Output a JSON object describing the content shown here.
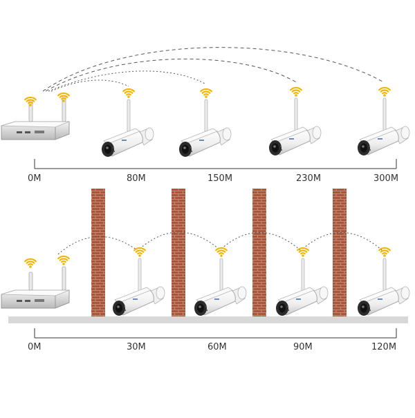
{
  "top_diagram": {
    "distance_labels": [
      "0M",
      "80M",
      "150M",
      "230M",
      "300M"
    ]
  },
  "bottom_diagram": {
    "distance_labels": [
      "0M",
      "30M",
      "60M",
      "90M",
      "120M"
    ]
  },
  "icons": {
    "nvr": "nvr-recorder-icon",
    "camera": "bullet-camera-icon",
    "wifi": "wifi-signal-icon",
    "wall": "brick-wall-icon"
  },
  "colors": {
    "wifi": "#f2b600",
    "brick": "#a9553b",
    "mortar": "#c98a73",
    "ground": "#d8d8d8",
    "line": "#333333",
    "signal_link": "#555555"
  }
}
